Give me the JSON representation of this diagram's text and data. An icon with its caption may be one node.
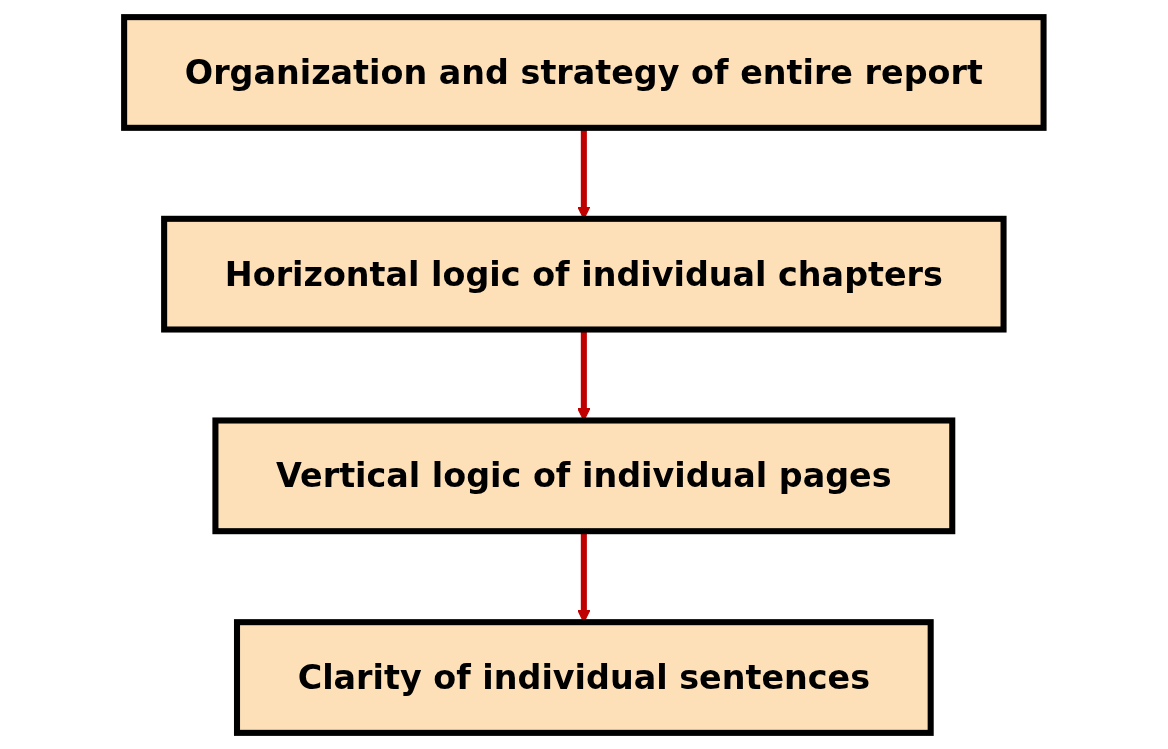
{
  "diagram": {
    "nodes": [
      {
        "text": [
          "Organization and strategy of entire report"
        ]
      },
      {
        "text": [
          "Horizontal logic of individual chapters"
        ]
      },
      {
        "text": [
          "Vertical logic of individual pages"
        ]
      },
      {
        "text": [
          "Clarity of individual sentences"
        ]
      }
    ],
    "edges": [
      {
        "from": 0,
        "to": 1,
        "arrow": "to"
      },
      {
        "from": 1,
        "to": 2,
        "arrow": "to"
      },
      {
        "from": 2,
        "to": 3,
        "arrow": "to"
      }
    ]
  }
}
